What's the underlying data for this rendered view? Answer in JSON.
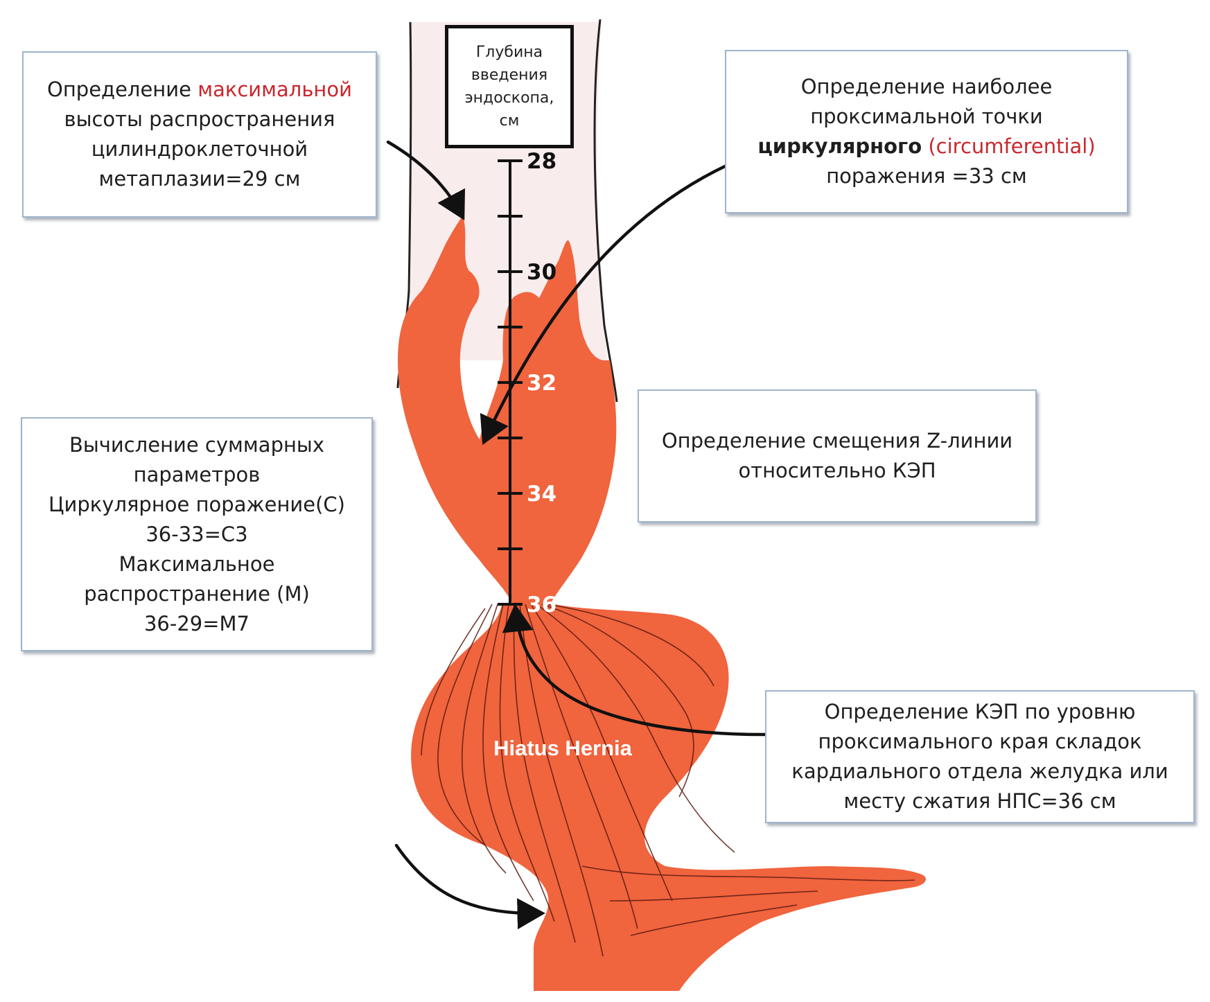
{
  "colors": {
    "tissue": "#f0643e",
    "normal_mucosa": "#f9ecec",
    "outline": "#222222",
    "highlight_red": "#c8282d",
    "box_border": "#9fb4cc"
  },
  "depth_header": {
    "line1": "Глубина",
    "line2": "введения",
    "line3": "эндоскопа,",
    "line4": "см"
  },
  "scale": {
    "labels": [
      {
        "value": "28",
        "color": "#111111"
      },
      {
        "value": "30",
        "color": "#111111"
      },
      {
        "value": "32",
        "color": "#ffffff"
      },
      {
        "value": "34",
        "color": "#ffffff"
      },
      {
        "value": "36",
        "color": "#ffffff"
      }
    ]
  },
  "hernia_label": "Hiatus Hernia",
  "boxes": {
    "max_extent": {
      "prefix": "Определение ",
      "highlight": "максимальной",
      "line2": "высоты распространения",
      "line3": "цилиндроклеточной",
      "line4": "метаплазии=29 см"
    },
    "circumferential": {
      "line1": "Определение наиболее",
      "line2": "проксимальной точки",
      "bold": "циркулярного",
      "highlight": " (circumferential)",
      "line4": "поражения =33 см"
    },
    "summary": {
      "line1": "Вычисление суммарных",
      "line2": "параметров",
      "line3": "Циркулярное поражение(С)",
      "line4": "36-33=С3",
      "line5": "Максимальное",
      "line6": "распространение (М)",
      "line7": "36-29=М7"
    },
    "z_line": {
      "line1": "Определение смещения Z-линии",
      "line2": "относительно КЭП"
    },
    "gej": {
      "line1": "Определение КЭП по уровню",
      "line2": "проксимального края складок",
      "line3": "кардиального отдела желудка или",
      "line4": "месту сжатия  НПС=36 см"
    }
  }
}
